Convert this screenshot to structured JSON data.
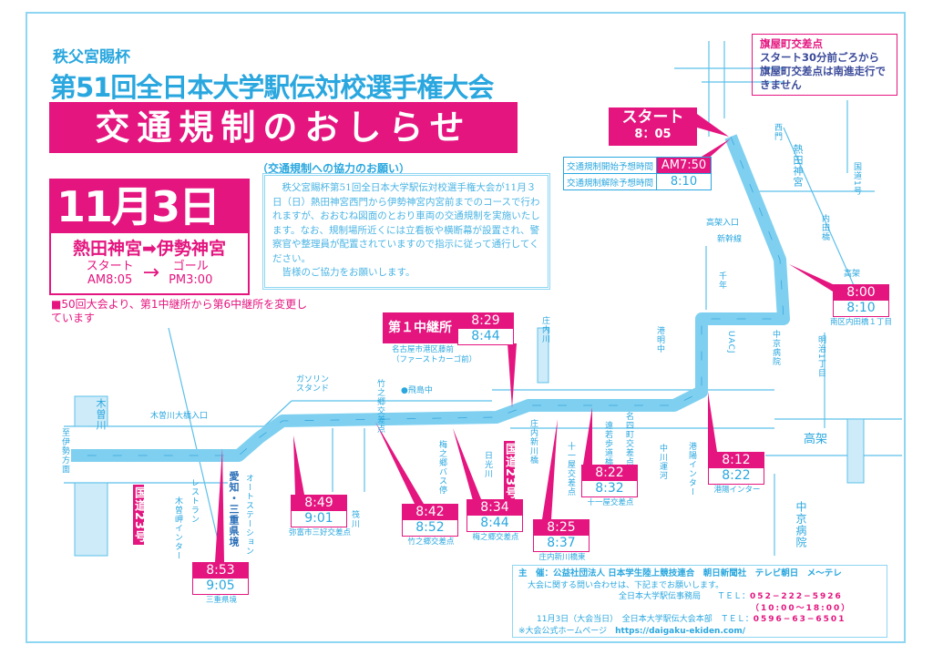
{
  "header": {
    "subtitle": "秩父宮賜杯",
    "title": "第51回全日本大学駅伝対校選手権大会",
    "banner": "交通規制のおしらせ"
  },
  "event": {
    "date": "11月3日㊐",
    "route": "熱田神宮➡伊勢神宮",
    "start_label": "スタート",
    "start_time": "AM8:05",
    "arrow": "→",
    "goal_label": "ゴール",
    "goal_time": "PM3:00"
  },
  "notice": {
    "heading": "（交通規制への協力のお願い）",
    "body": "　秩父宮賜杯第51回全日本大学駅伝対校選手権大会が11月３日（日）熱田神宮西門から伊勢神宮内宮前までのコースで行われますが、おおむね図面のとおり車両の交通規制を実施いたします。なお、規制場所近くには立看板や横断幕が設置され、警察官や整理員が配置されていますので指示に従って通行してください。",
    "closing": "　皆様のご協力をお願いします。"
  },
  "change_note": "■50回大会より、第1中継所から第6中継所を変更しています",
  "warning": {
    "title": "旗屋町交差点",
    "text": "スタート30分前ごろから旗屋町交差点は南進走行できません"
  },
  "start": {
    "label": "スタート",
    "time": "8：05",
    "reg_start_label": "交通規制開始予想時間",
    "reg_start": "AM7:50",
    "reg_end_label": "交通規制解除予想時間",
    "reg_end": "8:10"
  },
  "relay1": {
    "label": "第１中継所",
    "start": "8:29",
    "end": "8:44",
    "place": "名古屋市港区藤前",
    "place2": "（ファーストカーゴ前）"
  },
  "checkpoints": [
    {
      "start": "8:00",
      "end": "8:10",
      "place": "南区内田橋１丁目"
    },
    {
      "start": "8:12",
      "end": "8:22",
      "place": "港陽インター"
    },
    {
      "start": "8:22",
      "end": "8:32",
      "place": "十一屋交差点"
    },
    {
      "start": "8:25",
      "end": "8:37",
      "place": "庄内新川橋東"
    },
    {
      "start": "8:34",
      "end": "8:44",
      "place": "梅之郷交差点"
    },
    {
      "start": "8:42",
      "end": "8:52",
      "place": "竹之郷交差点"
    },
    {
      "start": "8:49",
      "end": "9:01",
      "place": "弥富市三好交差点"
    },
    {
      "start": "8:53",
      "end": "9:05",
      "place": "三重県境"
    }
  ],
  "map": {
    "labels": [
      "木曽川",
      "木曽川大橋入口",
      "至伊勢方面",
      "国道23号",
      "木曽岬インター",
      "レストラン",
      "愛知・三重県境",
      "オートステーション",
      "ガソリンスタンド",
      "筏川",
      "竹之郷交差点",
      "●飛島中",
      "梅之郷バス停",
      "日光川",
      "国道23号",
      "庄内川",
      "庄内新川橋",
      "十一屋交差点",
      "遠若歩道橋",
      "名四町交差点",
      "港明中",
      "中川運河",
      "港陽インター",
      "UACJ",
      "中京病院",
      "明治1丁目",
      "高架",
      "中京病院",
      "西門",
      "熱田神宮",
      "国道1号",
      "高架入口",
      "新幹線",
      "内田橋",
      "高架",
      "千年"
    ]
  },
  "footer": {
    "organizer": "主　催：公益社団法人 日本学生陸上競技連合　朝日新聞社　テレビ朝日　メ～テレ",
    "inquiry": "大会に関する問い合わせは、下記までお願いします。",
    "office": "全日本大学駅伝事務局",
    "tel_label": "ＴＥＬ：",
    "tel1": "052−222−5926",
    "hours": "（10:00〜18:00）",
    "day": "11月3日（大会当日）",
    "hq": "全日本大学駅伝大会本部",
    "tel2": "0596−63−6501",
    "web_label": "※大会公式ホームページ",
    "url": "https://daigaku-ekiden.com/"
  },
  "colors": {
    "accent": "#e4157f",
    "blue": "#2aa7df",
    "route": "#7fd0f0"
  }
}
